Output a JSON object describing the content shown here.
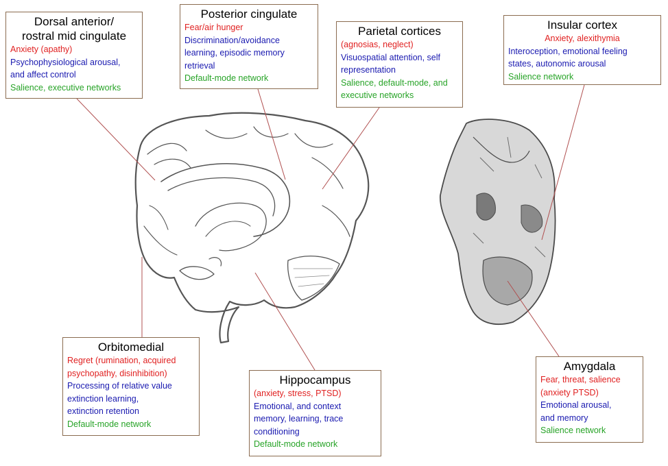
{
  "colors": {
    "box_border": "#8a6b4f",
    "leader_line": "#b05050",
    "clinical_text": "#e02020",
    "function_text": "#1a1ab0",
    "network_text": "#27a327"
  },
  "illustrations": [
    "brain-medial-sagittal-sketch",
    "brain-coronal-section-sketch"
  ],
  "regions": {
    "dorsal_anterior": {
      "title": [
        "Dorsal anterior/",
        "rostral mid cingulate"
      ],
      "red": [
        "Anxiety (apathy)"
      ],
      "blue": [
        "Psychophysiological arousal,",
        "and affect control"
      ],
      "green": [
        "Salience, executive networks"
      ]
    },
    "posterior_cingulate": {
      "title": [
        "Posterior cingulate"
      ],
      "red": [
        "Fear/air hunger"
      ],
      "blue": [
        "Discrimination/avoidance",
        "learning, episodic memory",
        "retrieval"
      ],
      "green": [
        "Default-mode network"
      ]
    },
    "parietal": {
      "title": [
        "Parietal cortices"
      ],
      "red": [
        "(agnosias, neglect)"
      ],
      "blue": [
        "Visuospatial attention, self",
        "representation"
      ],
      "green": [
        "Salience, default-mode, and",
        "executive networks"
      ]
    },
    "insular": {
      "title": [
        "Insular cortex"
      ],
      "red": [
        "Anxiety, alexithymia"
      ],
      "blue": [
        "Interoception, emotional feeling",
        "states, autonomic arousal"
      ],
      "green": [
        "Salience network"
      ]
    },
    "orbitomedial": {
      "title": [
        "Orbitomedial"
      ],
      "red": [
        "Regret (rumination, acquired",
        "psychopathy, disinhibition)"
      ],
      "blue": [
        "Processing of relative value",
        "extinction learning,",
        "extinction retention"
      ],
      "green": [
        "Default-mode network"
      ]
    },
    "hippocampus": {
      "title": [
        "Hippocampus"
      ],
      "red": [
        "(anxiety, stress, PTSD)"
      ],
      "blue": [
        "Emotional, and context",
        "memory, learning, trace",
        "conditioning"
      ],
      "green": [
        "Default-mode network"
      ]
    },
    "amygdala": {
      "title": [
        "Amygdala"
      ],
      "red": [
        "Fear, threat, salience",
        "(anxiety PTSD)"
      ],
      "blue": [
        "Emotional arousal,",
        "and memory"
      ],
      "green": [
        "Salience network"
      ]
    }
  }
}
